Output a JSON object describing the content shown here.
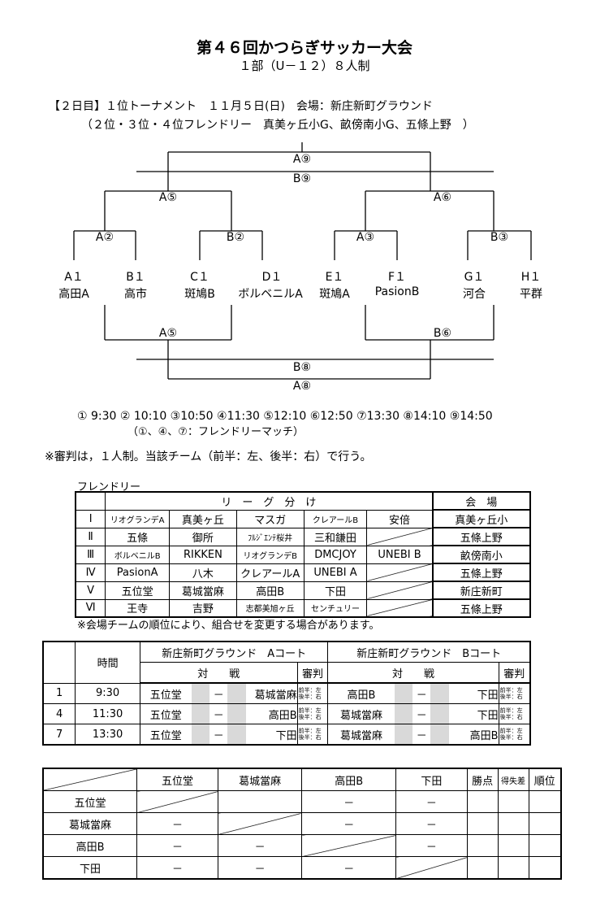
{
  "header": {
    "title": "第４６回かつらぎサッカー大会",
    "subtitle": "１部（U－１２）８人制"
  },
  "info": {
    "line1": "【２日目】１位トーナメント　１１月５日(日)　会場：新庄新町グラウンド",
    "line2": "（２位・３位・４位フレンドリー　真美ヶ丘小G、畝傍南小G、五條上野　）"
  },
  "bracket": {
    "top_a9": "A⑨",
    "top_b9": "B⑨",
    "a5": "A⑤",
    "a6": "A⑥",
    "a2": "A②",
    "b2": "B②",
    "a3": "A③",
    "b3": "B③",
    "seeds": [
      {
        "code": "A１",
        "team": "高田A"
      },
      {
        "code": "B１",
        "team": "高市"
      },
      {
        "code": "C１",
        "team": "斑鳩B"
      },
      {
        "code": "D１",
        "team": "ボルベニルA"
      },
      {
        "code": "E１",
        "team": "斑鳩A"
      },
      {
        "code": "F１",
        "team": "PasionB"
      },
      {
        "code": "G１",
        "team": "河合"
      },
      {
        "code": "H１",
        "team": "平群"
      }
    ],
    "lower_a5": "A⑤",
    "lower_b6": "B⑥",
    "bot_b8": "B⑧",
    "bot_a8": "A⑧"
  },
  "schedule": {
    "times": "① 9:30 ② 10:10 ③10:50 ④11:30 ⑤12:10 ⑥12:50 ⑦13:30 ⑧14:10 ⑨14:50",
    "friendly_note": "（①、④、⑦：フレンドリーマッチ）",
    "referee_note": "※審判は，１人制。当該チーム（前半：左、後半：右）で行う。"
  },
  "friendly": {
    "label": "フレンドリー",
    "header_league": "リ　ー　グ　分　け",
    "header_venue": "会　場",
    "rows": [
      {
        "no": "Ⅰ",
        "teams": [
          "リオグランデA",
          "真美ヶ丘",
          "マスガ",
          "クレアールB",
          "安倍"
        ],
        "venue": "真美ヶ丘小"
      },
      {
        "no": "Ⅱ",
        "teams": [
          "五條",
          "御所",
          "ﾌﾙｼﾞｴﾝﾃ桜井",
          "三和鎌田",
          ""
        ],
        "venue": "五條上野"
      },
      {
        "no": "Ⅲ",
        "teams": [
          "ボルベニルB",
          "RIKKEN",
          "リオグランデB",
          "DMCJOY",
          "UNEBI B"
        ],
        "venue": "畝傍南小"
      },
      {
        "no": "Ⅳ",
        "teams": [
          "PasionA",
          "八木",
          "クレアールA",
          "UNEBI A",
          ""
        ],
        "venue": "五條上野"
      },
      {
        "no": "Ⅴ",
        "teams": [
          "五位堂",
          "葛城當麻",
          "高田B",
          "下田",
          ""
        ],
        "venue": "新庄新町"
      },
      {
        "no": "Ⅵ",
        "teams": [
          "王寺",
          "吉野",
          "志都美旭ヶ丘",
          "センチュリー",
          ""
        ],
        "venue": "五條上野"
      }
    ],
    "note": "※会場チームの順位により、組合せを変更する場合があります。"
  },
  "match_schedule": {
    "time_header": "時間",
    "court_a": "新庄新町グラウンド　Aコート",
    "court_b": "新庄新町グラウンド　Bコート",
    "taisen": "対　　戦",
    "shinpan": "審判",
    "ref_line1": "前半：左",
    "ref_line2": "後半：右",
    "dash": "－",
    "rows": [
      {
        "no": "1",
        "time": "9:30",
        "a_left": "五位堂",
        "a_right": "葛城當麻",
        "b_left": "高田B",
        "b_right": "下田"
      },
      {
        "no": "4",
        "time": "11:30",
        "a_left": "五位堂",
        "a_right": "高田B",
        "b_left": "葛城當麻",
        "b_right": "下田"
      },
      {
        "no": "7",
        "time": "13:30",
        "a_left": "五位堂",
        "a_right": "下田",
        "b_left": "葛城當麻",
        "b_right": "高田B"
      }
    ]
  },
  "standings": {
    "teams": [
      "五位堂",
      "葛城當麻",
      "高田B",
      "下田"
    ],
    "cols_extra": [
      "勝点",
      "得失差",
      "順位"
    ],
    "cells": [
      [
        "",
        "",
        "－",
        "－"
      ],
      [
        "－",
        "",
        "－",
        "－"
      ],
      [
        "－",
        "－",
        "",
        "－"
      ],
      [
        "－",
        "－",
        "－",
        ""
      ]
    ]
  }
}
